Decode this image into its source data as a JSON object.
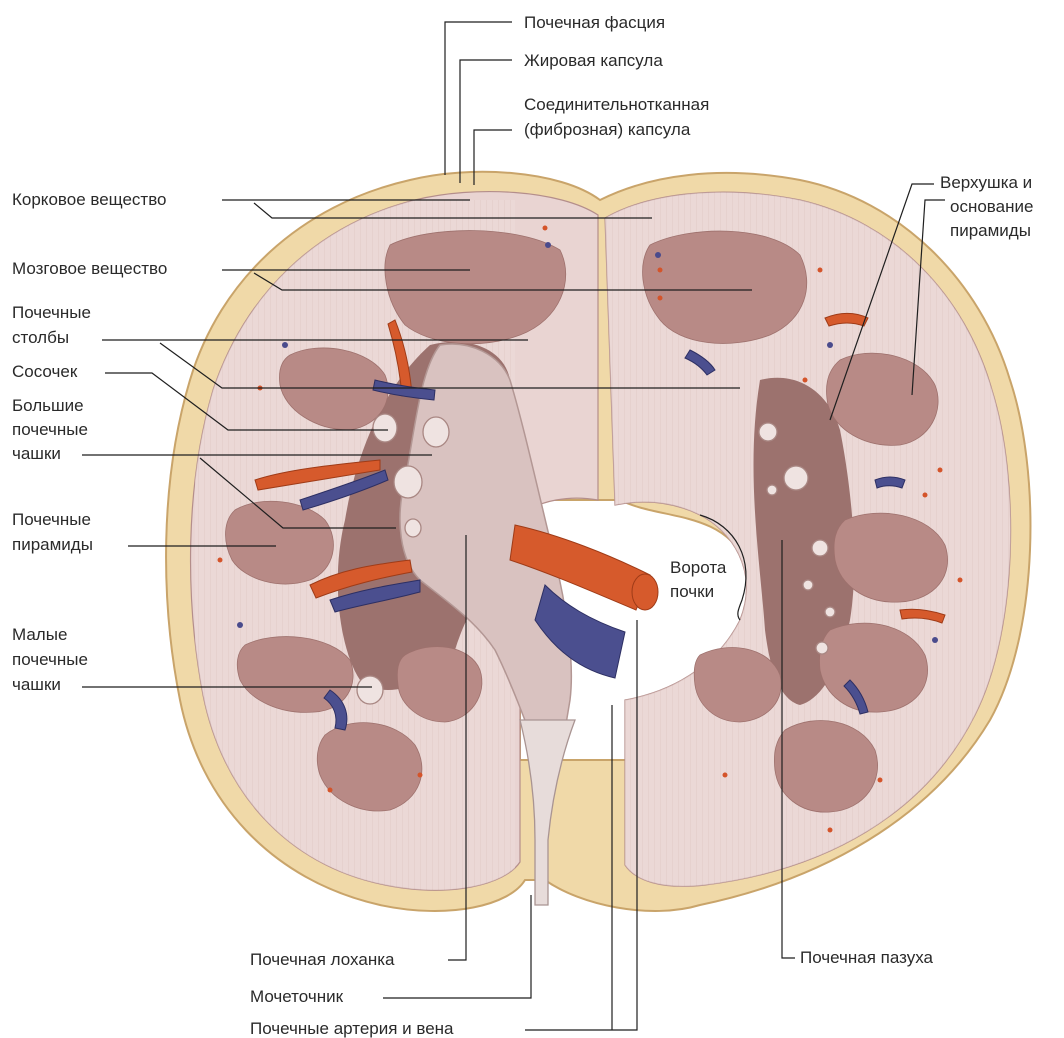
{
  "labels": {
    "renal_fascia": "Почечная фасция",
    "fat_capsule": "Жировая капсула",
    "fibrous_capsule_line1": "Соединительнотканная",
    "fibrous_capsule_line2": "(фиброзная) капсула",
    "cortex": "Корковое вещество",
    "medulla": "Мозговое вещество",
    "renal_columns_line1": "Почечные",
    "renal_columns_line2": "столбы",
    "papilla": "Сосочек",
    "major_calyces_line1": "Большие",
    "major_calyces_line2": "почечные",
    "major_calyces_line3": "чашки",
    "renal_pyramids_line1": "Почечные",
    "renal_pyramids_line2": "пирамиды",
    "minor_calyces_line1": "Малые",
    "minor_calyces_line2": "почечные",
    "minor_calyces_line3": "чашки",
    "apex_base_line1": "Верхушка и",
    "apex_base_line2": "основание",
    "apex_base_line3": "пирамиды",
    "hilum_line1": "Ворота",
    "hilum_line2": "почки",
    "renal_pelvis": "Почечная лоханка",
    "ureter": "Мочеточник",
    "renal_vessels": "Почечные артерия и вена",
    "renal_sinus": "Почечная пазуха"
  },
  "colors": {
    "capsule": "#f0d9a8",
    "cortex": "#e9d4d2",
    "pyramid": "#b88a86",
    "sinus": "#9c726e",
    "artery": "#d65a2c",
    "vein": "#4b4f8f"
  }
}
